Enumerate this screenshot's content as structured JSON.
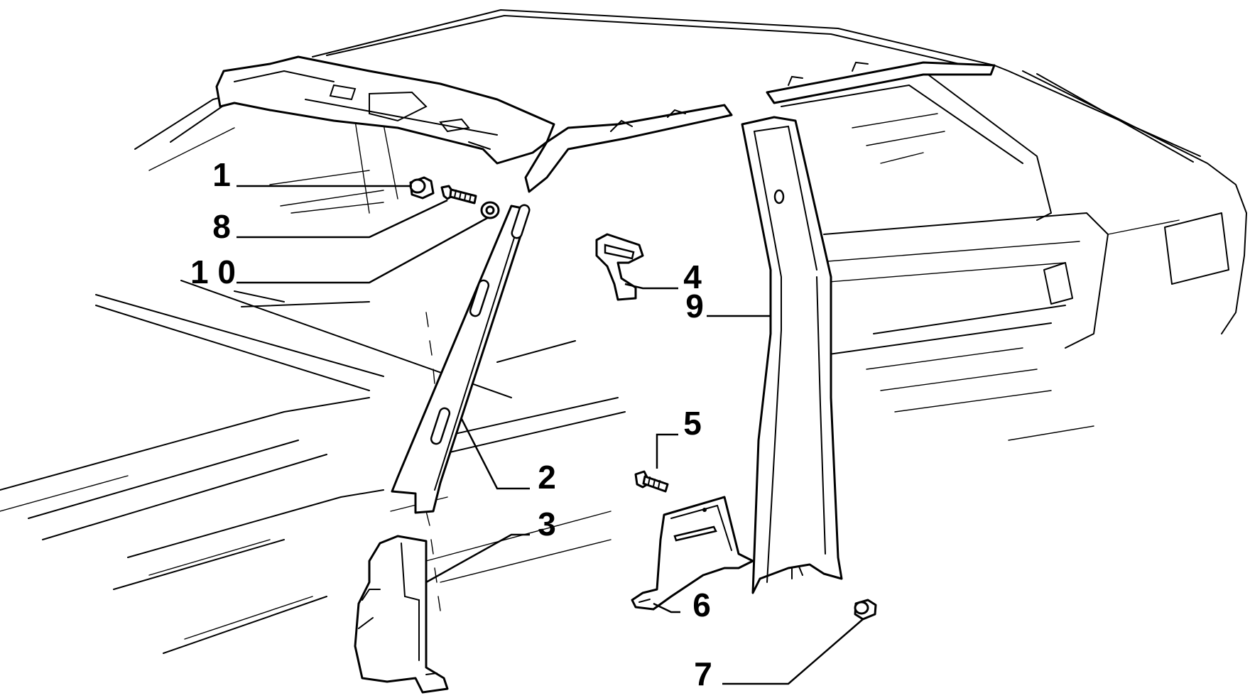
{
  "callouts": [
    {
      "label": "1"
    },
    {
      "label": "8"
    },
    {
      "label": "1 0"
    },
    {
      "label": "4"
    },
    {
      "label": "9"
    },
    {
      "label": "5"
    },
    {
      "label": "2"
    },
    {
      "label": "3"
    },
    {
      "label": "6"
    },
    {
      "label": "7"
    }
  ]
}
